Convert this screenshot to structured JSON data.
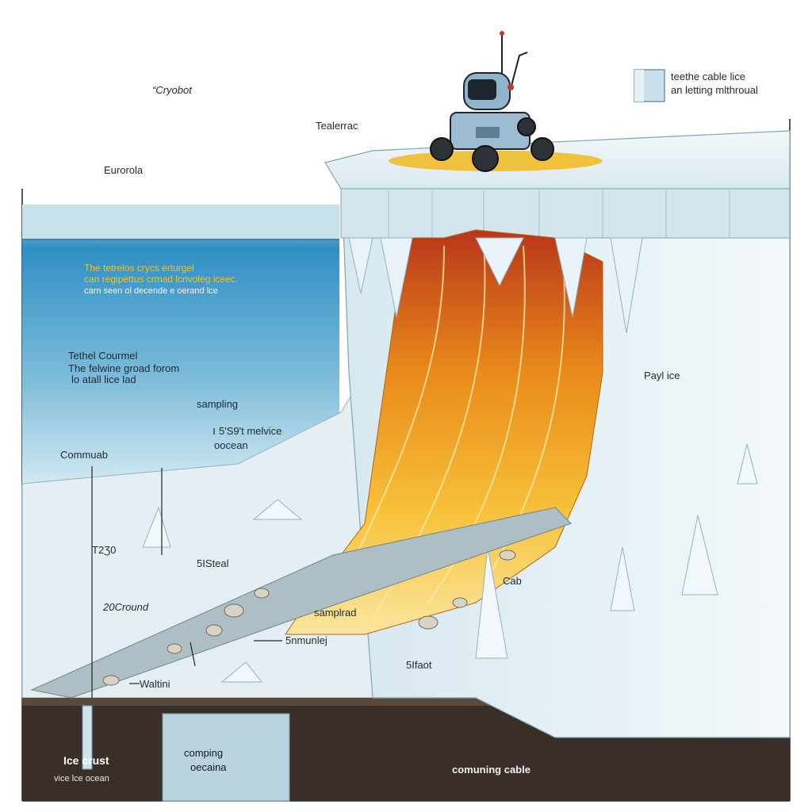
{
  "labels": {
    "cryobot": "“Cryobot",
    "europa": "Eurorola",
    "teaterac": "Tealerrac",
    "legend_line1": "teethe cable lice",
    "legend_line2": "an letting mlthroual",
    "yellow_line1": "The tetrelos crycs erturgel",
    "yellow_line2": "can regipettus crmad lcnvoleg iceec.",
    "yellow_line3": "carn seen ol decende e oerand lce",
    "tethel_line1": "Tethel Courmel",
    "tethel_line2": "The felwine groad forom",
    "tethel_line3": "lo atall lice lad",
    "sampling": "sampling",
    "meltvice_line1": "5'S9't melvice",
    "meltvice_line2": "oocean",
    "commuab": "Commuab",
    "payl_ice": "Payl ice",
    "t3o": "T2Ʒ0",
    "sistael": "5ISteal",
    "cab": "Cab",
    "zocround": "20Cround",
    "samplrad": "samplrad",
    "snmunig": "5nmunlej",
    "sifiaot": "5Ifaot",
    "waltini": "Waltini",
    "ice_crust": "Ice crust",
    "vice_ocean": "vice lce ocean",
    "comping": "comping",
    "oecaina": "oecaina",
    "comuning_cable": "comuning cable"
  },
  "colors": {
    "ocean_blue": "#2f8fc4",
    "ice_white": "#eef5f8",
    "ice_shadow": "#b9d4df",
    "melt_orange": "#e98a1a",
    "melt_yellow": "#f7d14a",
    "bedrock": "#3a2f28",
    "annotation_yellow": "#f2c21b"
  },
  "icons": [
    "cryobot-robot-icon",
    "legend-ice-block-icon"
  ]
}
